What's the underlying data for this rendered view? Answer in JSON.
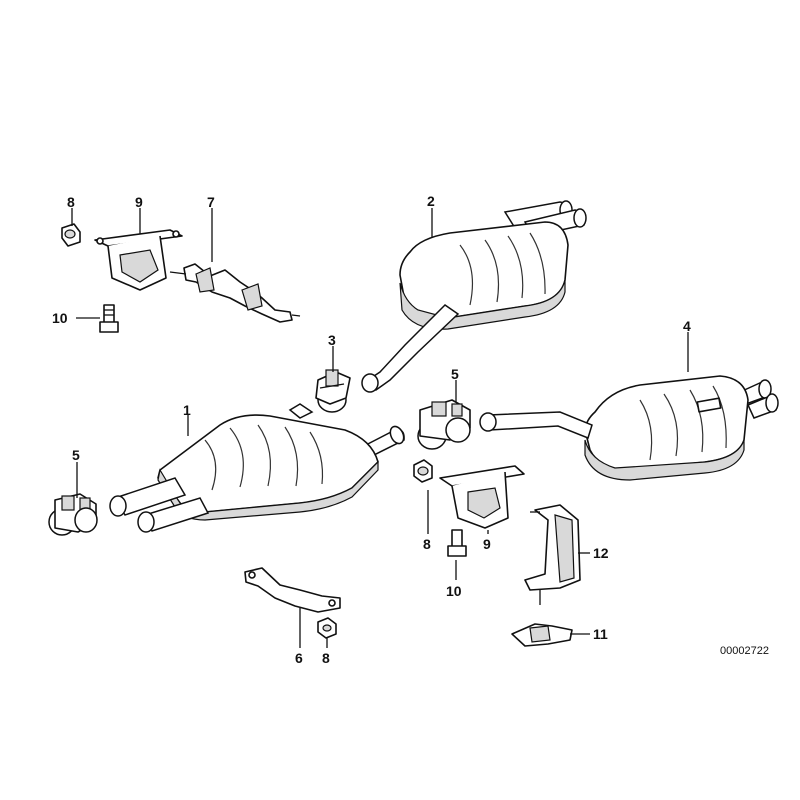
{
  "diagram": {
    "type": "exploded parts diagram",
    "parts": {
      "p1": "1",
      "p2": "2",
      "p3": "3",
      "p4": "4",
      "p5a": "5",
      "p5b": "5",
      "p6": "6",
      "p7": "7",
      "p8a": "8",
      "p8b": "8",
      "p8c": "8",
      "p9a": "9",
      "p9b": "9",
      "p10a": "10",
      "p10b": "10",
      "p11": "11",
      "p12": "12"
    },
    "drawing_code": "00002722"
  }
}
